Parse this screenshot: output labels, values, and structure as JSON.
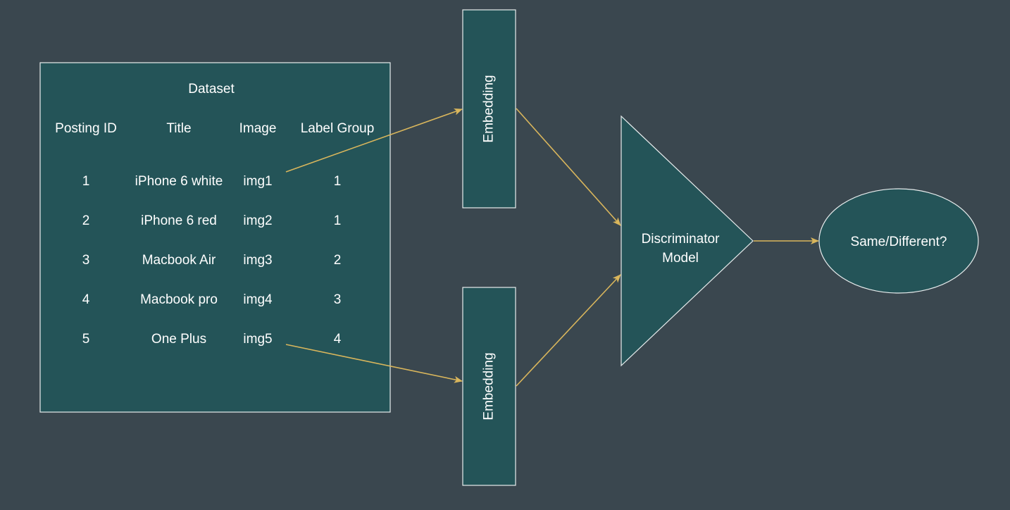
{
  "colors": {
    "background": "#3a474f",
    "node_fill": "#245458",
    "node_stroke": "#e8edee",
    "arrow": "#d9b65c",
    "text": "#ffffff"
  },
  "dataset": {
    "title": "Dataset",
    "columns": [
      "Posting ID",
      "Title",
      "Image",
      "Label Group"
    ],
    "rows": [
      [
        "1",
        "iPhone 6 white",
        "img1",
        "1"
      ],
      [
        "2",
        "iPhone 6 red",
        "img2",
        "1"
      ],
      [
        "3",
        "Macbook Air",
        "img3",
        "2"
      ],
      [
        "4",
        "Macbook pro",
        "img4",
        "3"
      ],
      [
        "5",
        "One Plus",
        "img5",
        "4"
      ]
    ]
  },
  "embedding_top": {
    "label": "Embedding"
  },
  "embedding_bottom": {
    "label": "Embedding"
  },
  "discriminator": {
    "line1": "Discriminator",
    "line2": "Model"
  },
  "output": {
    "label": "Same/Different?"
  }
}
